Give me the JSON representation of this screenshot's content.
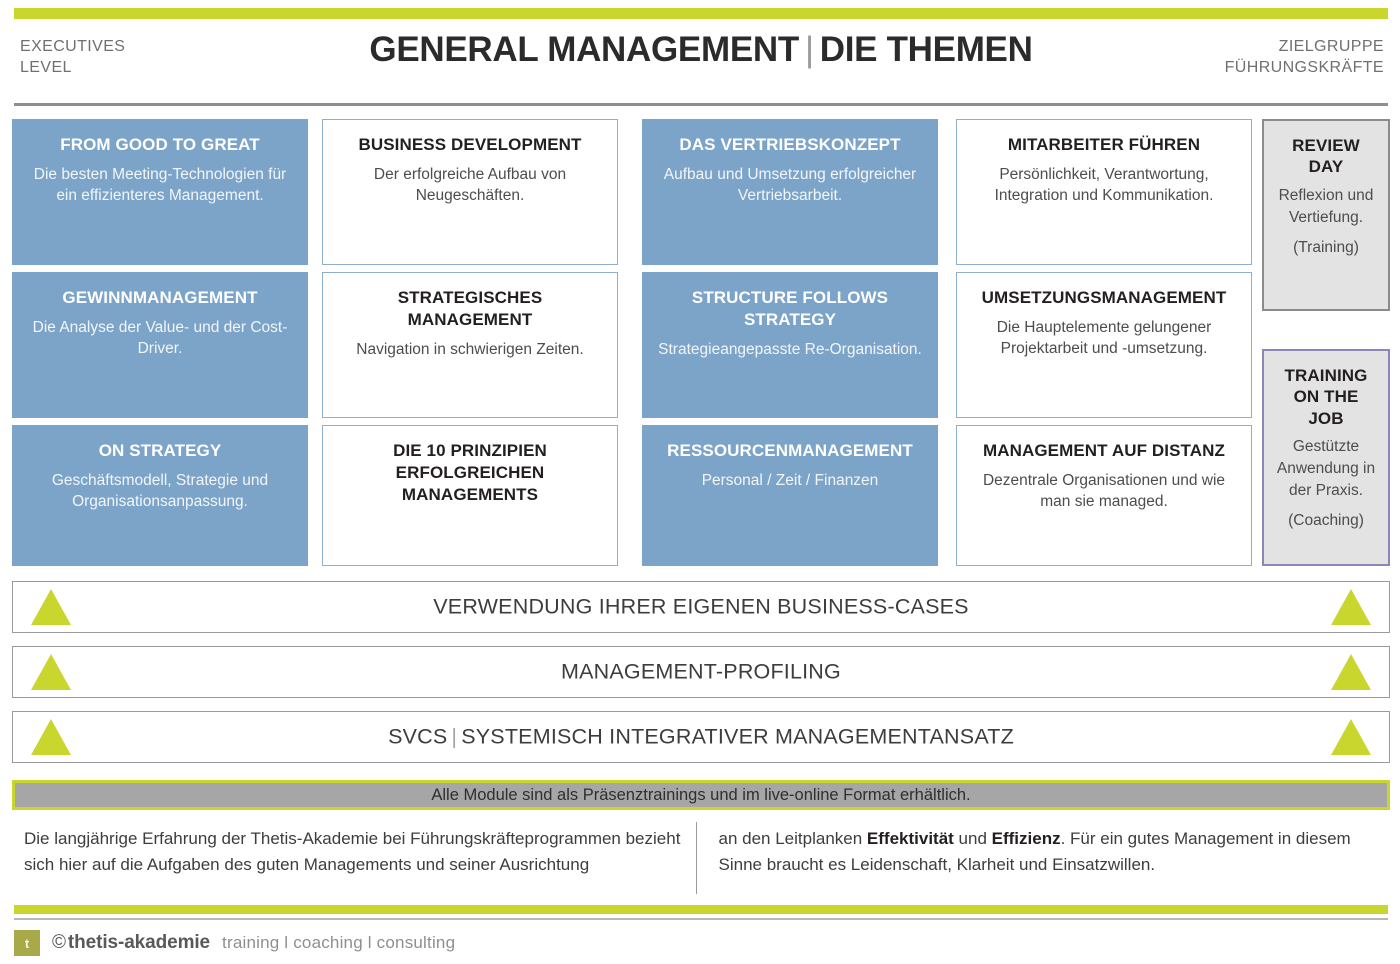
{
  "header": {
    "left_label": "EXECUTIVES\nLEVEL",
    "left_line1": "EXECUTIVES",
    "left_line2": "LEVEL",
    "title_main": "GENERAL MANAGEMENT",
    "title_sep": "|",
    "title_sub": "DIE THEMEN",
    "right_line1": "ZIELGRUPPE",
    "right_line2": "FÜHRUNGSKRÄFTE"
  },
  "colors": {
    "accent_green": "#c9d62e",
    "card_blue": "#7ba4c8",
    "card_border_blue": "#8fb0cc",
    "card_grey_bg": "#e3e3e3",
    "card_grey_border": "#8b8b8b",
    "card_purple_border": "#8a86b8",
    "note_bar_grey": "#a6a6a6",
    "logo_olive": "#a8aa4a"
  },
  "grid": {
    "columns": [
      {
        "style": "blue",
        "cards": [
          {
            "title": "FROM GOOD TO GREAT",
            "desc": "Die besten Meeting-Technologien für ein effizienteres Management."
          },
          {
            "title": "GEWINNMANAGEMENT",
            "desc": "Die Analyse der Value- und der Cost-Driver."
          },
          {
            "title": "ON STRATEGY",
            "desc": "Geschäftsmodell, Strategie und Organisationsanpassung."
          }
        ]
      },
      {
        "style": "white",
        "cards": [
          {
            "title": "BUSINESS DEVELOPMENT",
            "desc": "Der erfolgreiche Aufbau von Neugeschäften."
          },
          {
            "title": "STRATEGISCHES MANAGEMENT",
            "desc": "Navigation in schwierigen Zeiten."
          },
          {
            "title": "DIE 10 PRINZIPIEN ERFOLGREICHEN MANAGEMENTS",
            "desc": ""
          }
        ]
      },
      {
        "style": "blue",
        "cards": [
          {
            "title": "DAS VERTRIEBSKONZEPT",
            "desc": "Aufbau und Umsetzung erfolgreicher Vertriebsarbeit."
          },
          {
            "title": "STRUCTURE FOLLOWS STRATEGY",
            "desc": "Strategieangepasste Re-Organisation."
          },
          {
            "title": "RESSOURCENMANAGEMENT",
            "desc": "Personal / Zeit / Finanzen"
          }
        ]
      },
      {
        "style": "white",
        "cards": [
          {
            "title": "MITARBEITER FÜHREN",
            "desc": "Persönlichkeit, Verantwortung, Integration und Kommunikation."
          },
          {
            "title": "UMSETZUNGSMANAGEMENT",
            "desc": "Die Hauptelemente gelungener Projektarbeit und -umsetzung."
          },
          {
            "title": "MANAGEMENT AUF DISTANZ",
            "desc": "Dezentrale Organisationen und wie man sie managed."
          }
        ]
      }
    ],
    "side_cards": [
      {
        "style": "grey",
        "title": "REVIEW DAY",
        "desc": "Reflexion und Vertiefung.",
        "note": "(Training)"
      },
      {
        "style": "purple",
        "title": "TRAINING ON THE JOB",
        "desc": "Gestützte Anwendung in der Praxis.",
        "note": "(Coaching)"
      }
    ]
  },
  "banners": [
    {
      "text": "VERWENDUNG IHRER EIGENEN BUSINESS-CASES",
      "has_pipe": false
    },
    {
      "text": "MANAGEMENT-PROFILING",
      "has_pipe": false
    },
    {
      "text_pre": "SVCS",
      "pipe": "|",
      "text_post": "SYSTEMISCH INTEGRATIVER MANAGEMENTANSATZ",
      "has_pipe": true
    }
  ],
  "note_bar": {
    "text": "Alle Module sind als Präsenztrainings und im live-online Format erhältlich."
  },
  "paragraphs": {
    "left": "Die langjährige Erfahrung der Thetis-Akademie bei Führungskräfteprogrammen bezieht sich hier auf die Aufgaben des guten Managements und seiner Ausrichtung",
    "right_pre": "an den Leitplanken ",
    "right_b1": "Effektivität",
    "right_mid": " und ",
    "right_b2": "Effizienz",
    "right_post": ". Für ein gutes Management in diesem Sinne braucht es Leidenschaft, Klarheit und Einsatzwillen."
  },
  "footer": {
    "logo_letter": "t",
    "copyright": "©",
    "brand": "thetis-akademie",
    "tagline": "training l coaching l consulting"
  }
}
